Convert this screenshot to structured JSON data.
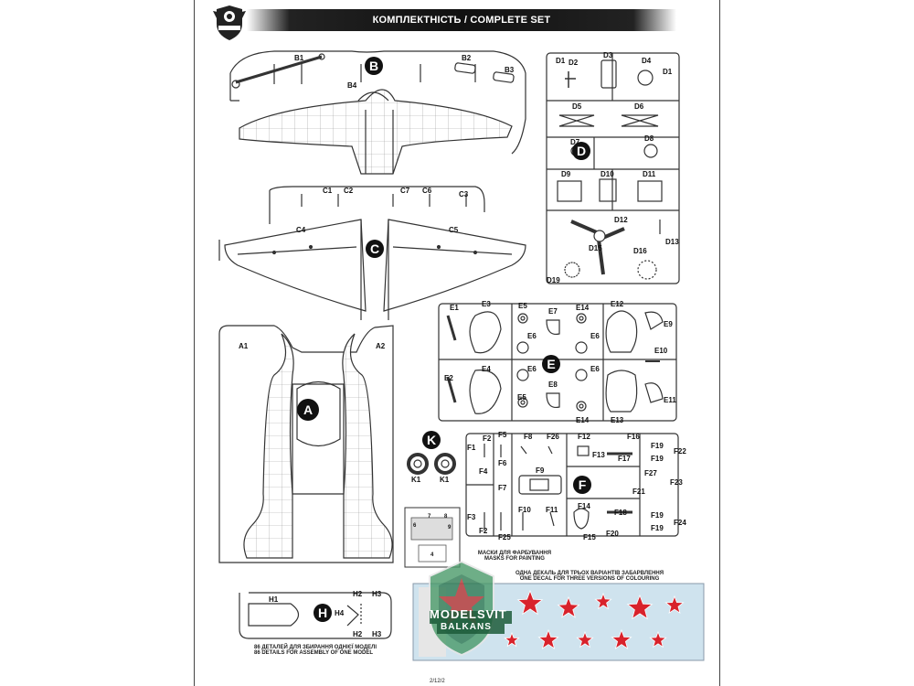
{
  "header": {
    "title": "КОМПЛЕКТНІСТЬ / COMPLETE SET"
  },
  "logo": {
    "icon": "brand-shield-icon",
    "text": "MODELSVIT"
  },
  "sprues": {
    "A": {
      "letter": "A",
      "parts": [
        "A1",
        "A2"
      ]
    },
    "B": {
      "letter": "B",
      "parts": [
        "B1",
        "B2",
        "B3",
        "B4"
      ]
    },
    "C": {
      "letter": "C",
      "parts": [
        "C1",
        "C2",
        "C3",
        "C4",
        "C5",
        "C6",
        "C7"
      ]
    },
    "D": {
      "letter": "D",
      "parts": [
        "D1",
        "D2",
        "D3",
        "D4",
        "D1",
        "D5",
        "D6",
        "D7",
        "D8",
        "D9",
        "D10",
        "D11",
        "D12",
        "D13",
        "D15",
        "D16",
        "D19"
      ]
    },
    "E": {
      "letter": "E",
      "parts": [
        "E1",
        "E3",
        "E5",
        "E7",
        "E14",
        "E12",
        "E9",
        "E6",
        "E6",
        "E10",
        "E2",
        "E4",
        "E6",
        "E8",
        "E6",
        "E11",
        "E5",
        "E14",
        "E13"
      ]
    },
    "F": {
      "letter": "F",
      "parts": [
        "F1",
        "F2",
        "F5",
        "F8",
        "F26",
        "F12",
        "F13",
        "F16",
        "F17",
        "F19",
        "F19",
        "F22",
        "F6",
        "F4",
        "F7",
        "F9",
        "F27",
        "F23",
        "F21",
        "F3",
        "F2",
        "F25",
        "F10",
        "F11",
        "F14",
        "F18",
        "F15",
        "F20",
        "F19",
        "F19",
        "F24"
      ]
    },
    "H": {
      "letter": "H",
      "parts": [
        "H1",
        "H2",
        "H3",
        "H4",
        "H2",
        "H3"
      ]
    },
    "K": {
      "letter": "K",
      "parts": [
        "K1",
        "K1"
      ]
    }
  },
  "mask": {
    "numbers": [
      "6",
      "7",
      "8",
      "9",
      "4"
    ],
    "caption_ua": "МАСКИ ДЛЯ ФАРБУВАННЯ",
    "caption_en": "MASKS FOR PAINTING"
  },
  "decal": {
    "caption_ua": "ОДНА ДЕКАЛЬ ДЛЯ ТРЬОХ ВАРІАНТІВ ЗАБАРВЛЕННЯ",
    "caption_en": "ONE DECAL FOR THREE VERSIONS OF COLOURING",
    "star_color": "#d8222b",
    "bg_color": "#cfe3ee"
  },
  "footer_note": {
    "ua": "86 ДЕТАЛЕЙ ДЛЯ ЗБИРАННЯ ОДНІЄЇ МОДЕЛІ",
    "en": "86 DETAILS FOR ASSEMBLY OF ONE MODEL"
  },
  "watermark": {
    "line1": "MODELSVIT",
    "line2": "BALKANS"
  },
  "page_code": "2/12/2"
}
